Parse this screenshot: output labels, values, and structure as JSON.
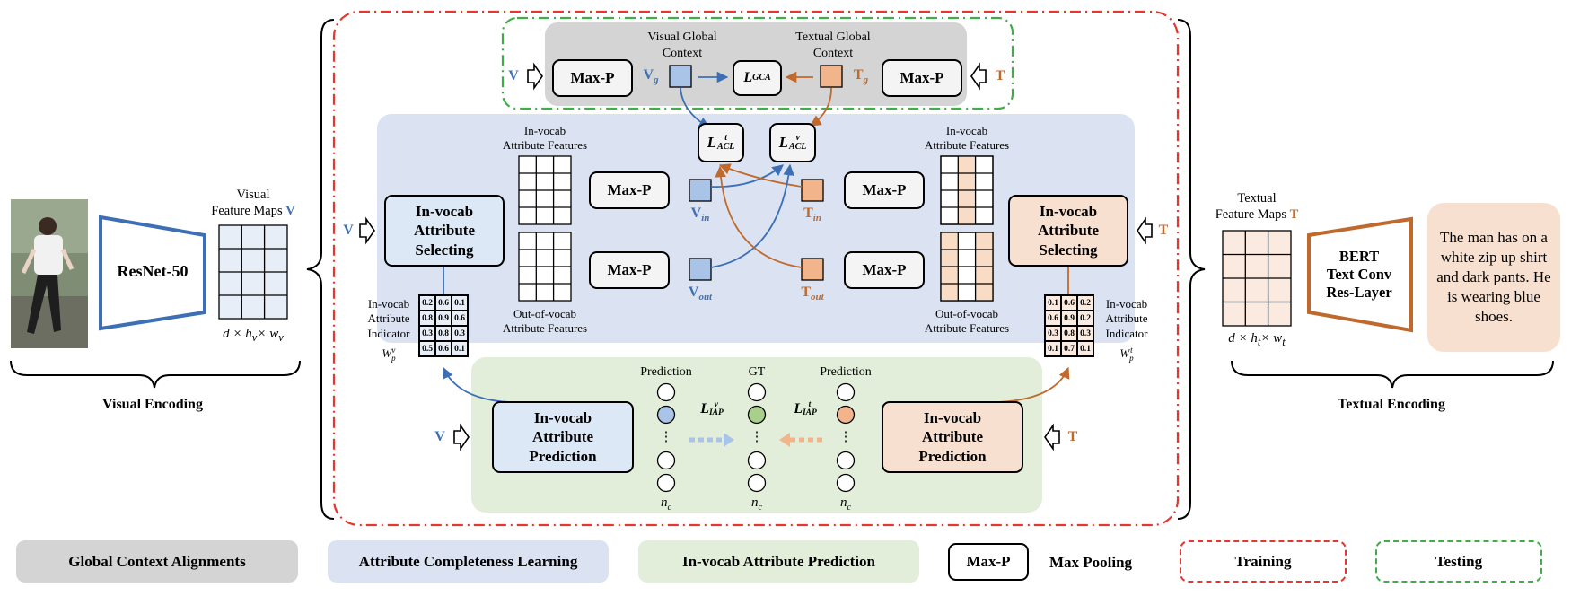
{
  "colors": {
    "gca": "#d4d4d4",
    "acl": "#dbe3f3",
    "iap": "#e2eed9",
    "visual": "#3d6fb4",
    "textual": "#c0692c",
    "training": "#e4372d",
    "testing": "#3fae49"
  },
  "visual_encoding": {
    "backbone": "ResNet-50",
    "feature_label": "Visual\nFeature Maps",
    "symbol": "V",
    "dims": "d × h_v × w_v",
    "title": "Visual Encoding",
    "image": "pedestrian-photo"
  },
  "textual_encoding": {
    "backbone": "BERT\nText Conv\nRes-Layer",
    "feature_label": "Textual\nFeature Maps",
    "symbol": "T",
    "dims": "d × h_t × w_t",
    "title": "Textual Encoding",
    "caption": "The man has on a white zip up shirt and dark pants. He is wearing blue shoes."
  },
  "gca": {
    "maxp_left": "Max-P",
    "maxp_right": "Max-P",
    "visual_context": "Visual Global\nContext",
    "textual_context": "Textual Global\nContext",
    "vg": "V",
    "vg_sub": "g",
    "tg": "T",
    "tg_sub": "g",
    "loss": "L",
    "loss_sub": "GCA",
    "v_in": "V",
    "t_in": "T"
  },
  "acl": {
    "v_in": "V",
    "t_in": "T",
    "left_selecting": "In-vocab\nAttribute\nSelecting",
    "right_selecting": "In-vocab\nAttribute\nSelecting",
    "in_vocab_label": "In-vocab\nAttribute Features",
    "out_vocab_label": "Out-of-vocab\nAttribute Features",
    "maxp": "Max-P",
    "v_in_label": "V",
    "v_in_sub": "in",
    "v_out_label": "V",
    "v_out_sub": "out",
    "t_in_label": "T",
    "t_in_sub": "in",
    "t_out_label": "T",
    "t_out_sub": "out",
    "loss_t": "L",
    "loss_t_sup": "t",
    "loss_t_sub": "ACL",
    "loss_v": "L",
    "loss_v_sup": "v",
    "loss_v_sub": "ACL"
  },
  "indicator": {
    "label": "In-vocab\nAttribute\nIndicator",
    "left_symbol": "W",
    "left_sup": "v",
    "left_sub": "p",
    "right_symbol": "W",
    "right_sup": "t",
    "right_sub": "p",
    "left_values": [
      "0.2",
      "0.6",
      "0.1",
      "0.8",
      "0.9",
      "0.6",
      "0.3",
      "0.8",
      "0.3",
      "0.5",
      "0.6",
      "0.1"
    ],
    "right_values": [
      "0.1",
      "0.6",
      "0.2",
      "0.6",
      "0.9",
      "0.2",
      "0.3",
      "0.8",
      "0.3",
      "0.1",
      "0.7",
      "0.1"
    ]
  },
  "iap": {
    "v_in": "V",
    "t_in": "T",
    "left_module": "In-vocab\nAttribute\nPrediction",
    "right_module": "In-vocab\nAttribute\nPrediction",
    "prediction": "Prediction",
    "gt": "GT",
    "nc": "n",
    "nc_sub": "c",
    "loss_v": "L",
    "loss_v_sup": "v",
    "loss_v_sub": "IAP",
    "loss_t": "L",
    "loss_t_sup": "t",
    "loss_t_sub": "IAP",
    "dots": "⋮"
  },
  "legend": {
    "gca": "Global Context Alignments",
    "acl": "Attribute Completeness Learning",
    "iap": "In-vocab Attribute Prediction",
    "maxp_box": "Max-P",
    "maxp_desc": "Max Pooling",
    "training": "Training",
    "testing": "Testing"
  }
}
